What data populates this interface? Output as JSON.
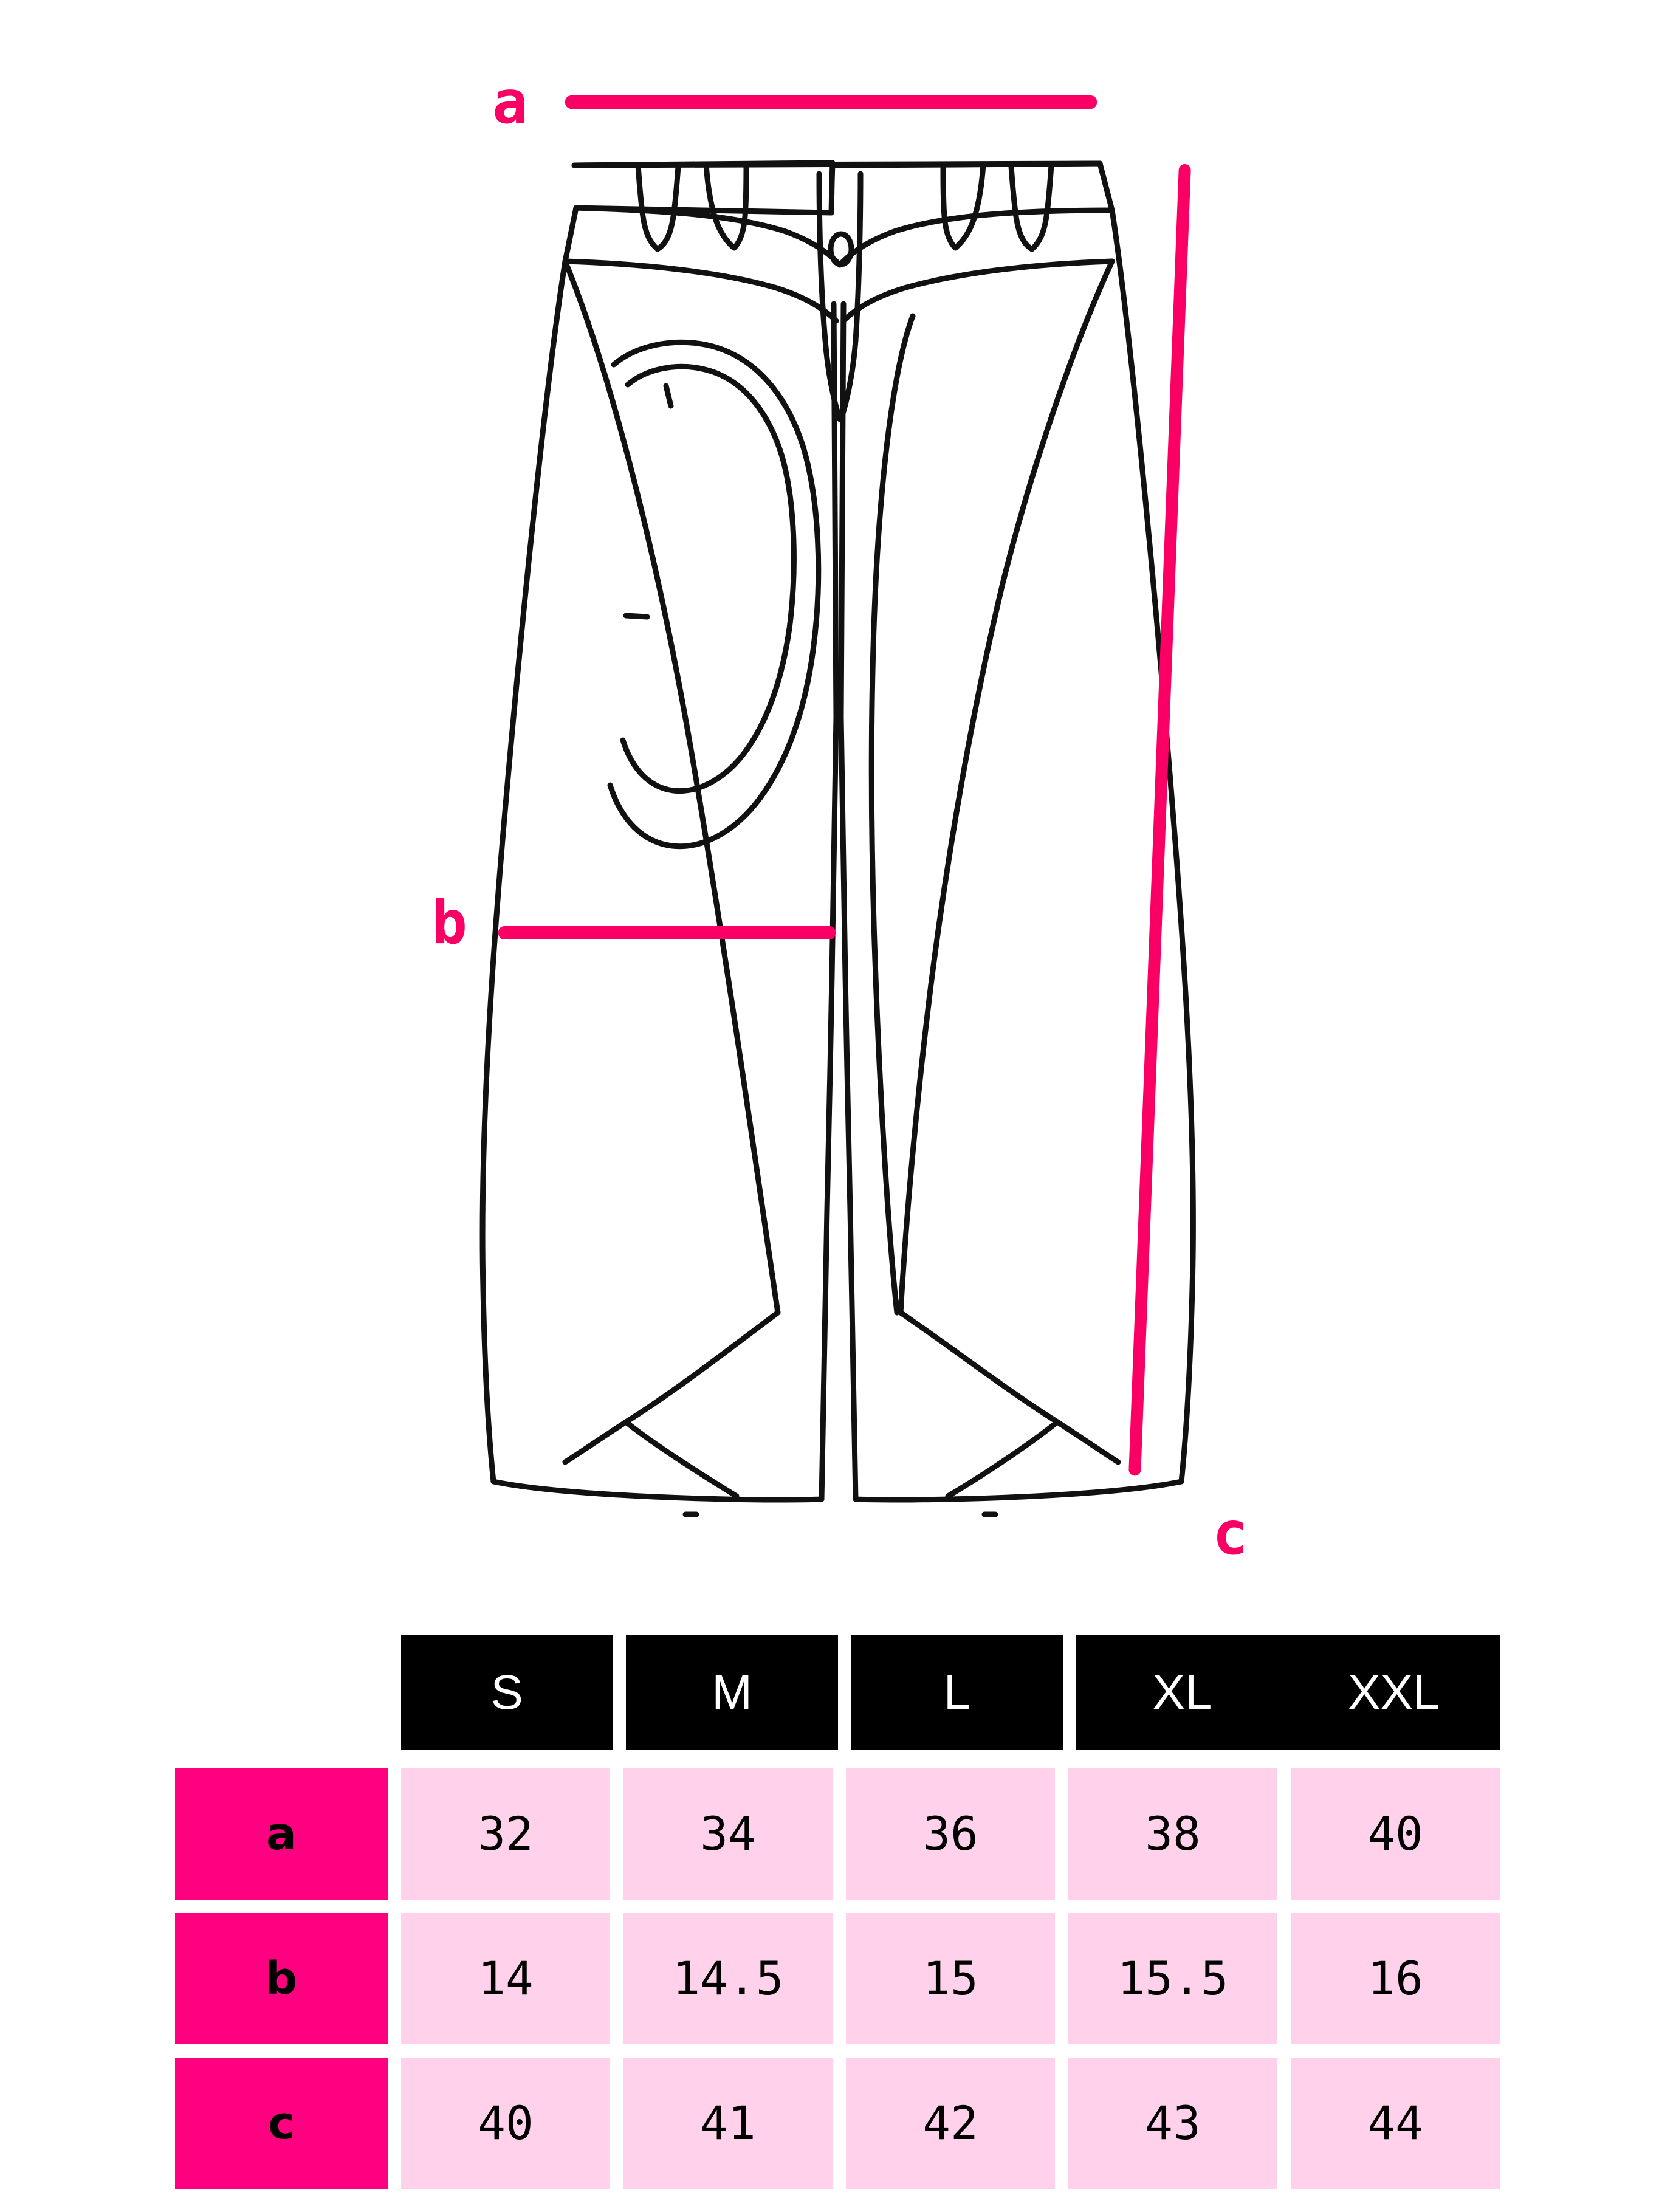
{
  "diagram": {
    "garment": "wide-leg-pants-technical-flat",
    "measurements": [
      {
        "key": "a",
        "label": "a",
        "orientation": "horizontal",
        "position": "waist"
      },
      {
        "key": "b",
        "label": "b",
        "orientation": "horizontal",
        "position": "thigh"
      },
      {
        "key": "c",
        "label": "c",
        "orientation": "vertical",
        "position": "outseam"
      }
    ],
    "accent_color": "#fb0064",
    "line_color": "#000000"
  },
  "table": {
    "corner_label": "",
    "sizes": [
      "S",
      "M",
      "L",
      "XL",
      "XXL"
    ],
    "rows": [
      {
        "label": "a",
        "values": [
          "32",
          "34",
          "36",
          "38",
          "40"
        ]
      },
      {
        "label": "b",
        "values": [
          "14",
          "14.5",
          "15",
          "15.5",
          "16"
        ]
      },
      {
        "label": "c",
        "values": [
          "40",
          "41",
          "42",
          "43",
          "44"
        ]
      }
    ],
    "colors": {
      "header_bg": "#000000",
      "header_text": "#ffffff",
      "label_bg": "#ff0080",
      "label_text": "#000000",
      "cell_bg": "#ffd1ea",
      "cell_text": "#000000"
    }
  },
  "chart_data": {
    "type": "table",
    "title": "",
    "categories": [
      "S",
      "M",
      "L",
      "XL",
      "XXL"
    ],
    "series": [
      {
        "name": "a",
        "values": [
          32,
          34,
          36,
          38,
          40
        ]
      },
      {
        "name": "b",
        "values": [
          14,
          14.5,
          15,
          15.5,
          16
        ]
      },
      {
        "name": "c",
        "values": [
          40,
          41,
          42,
          43,
          44
        ]
      }
    ],
    "xlabel": "",
    "ylabel": "",
    "legend": [
      "a",
      "b",
      "c"
    ]
  }
}
